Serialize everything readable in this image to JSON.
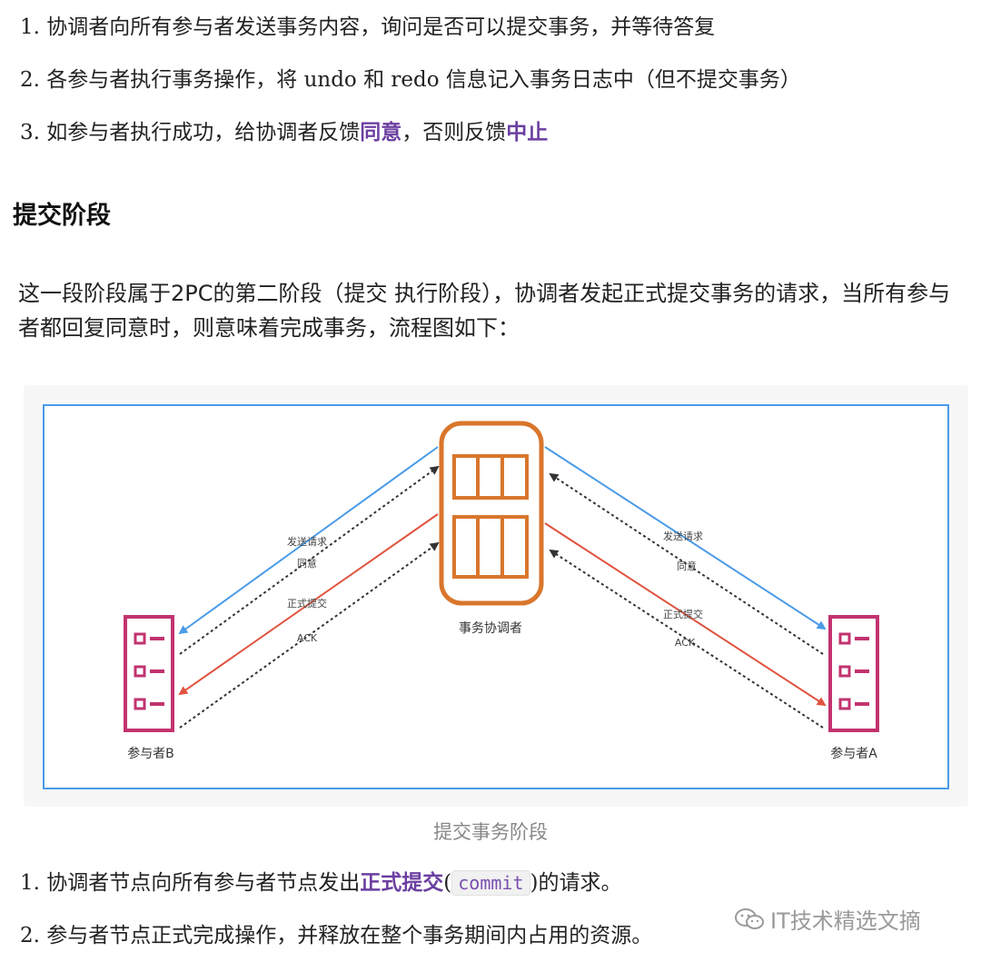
{
  "intro_list": [
    {
      "number": "1.",
      "text": "协调者向所有参与者发送事务内容，询问是否可以提交事务，并等待答复"
    },
    {
      "number": "2.",
      "text": "各参与者执行事务操作，将 undo 和 redo 信息记入事务日志中（但不提交事务）"
    },
    {
      "number": "3.",
      "text_before": "如参与者执行成功，给协调者反馈",
      "highlight1": "同意",
      "text_middle": "，否则反馈",
      "highlight2": "中止"
    }
  ],
  "section_heading": "提交阶段",
  "paragraph": "这一段阶段属于2PC的第二阶段（提交 执行阶段），协调者发起正式提交事务的请求，当所有参与者都回复同意时，则意味着完成事务，流程图如下：",
  "diagram": {
    "coordinator_label": "事务协调者",
    "participant_left_label": "参与者B",
    "participant_right_label": "参与者A",
    "arrow_labels": {
      "send_request": "发送请求",
      "agree": "同意",
      "formal_commit": "正式提交",
      "ack": "ACK"
    },
    "colors": {
      "frame": "#4a9be8",
      "coordinator": "#d9762c",
      "participant": "#c2336f",
      "request_arrow": "#4a9be8",
      "commit_arrow": "#e0533f",
      "response_arrow": "#333333"
    }
  },
  "caption": "提交事务阶段",
  "steps_list": [
    {
      "number": "1.",
      "text_before": "协调者节点向所有参与者节点发出",
      "highlight": "正式提交",
      "paren_open": "(",
      "code": "commit",
      "text_after": ")的请求。"
    },
    {
      "number": "2.",
      "text": "参与者节点正式完成操作，并释放在整个事务期间内占用的资源。"
    }
  ],
  "watermark": {
    "icon": "wechat-icon",
    "text": "IT技术精选文摘"
  }
}
